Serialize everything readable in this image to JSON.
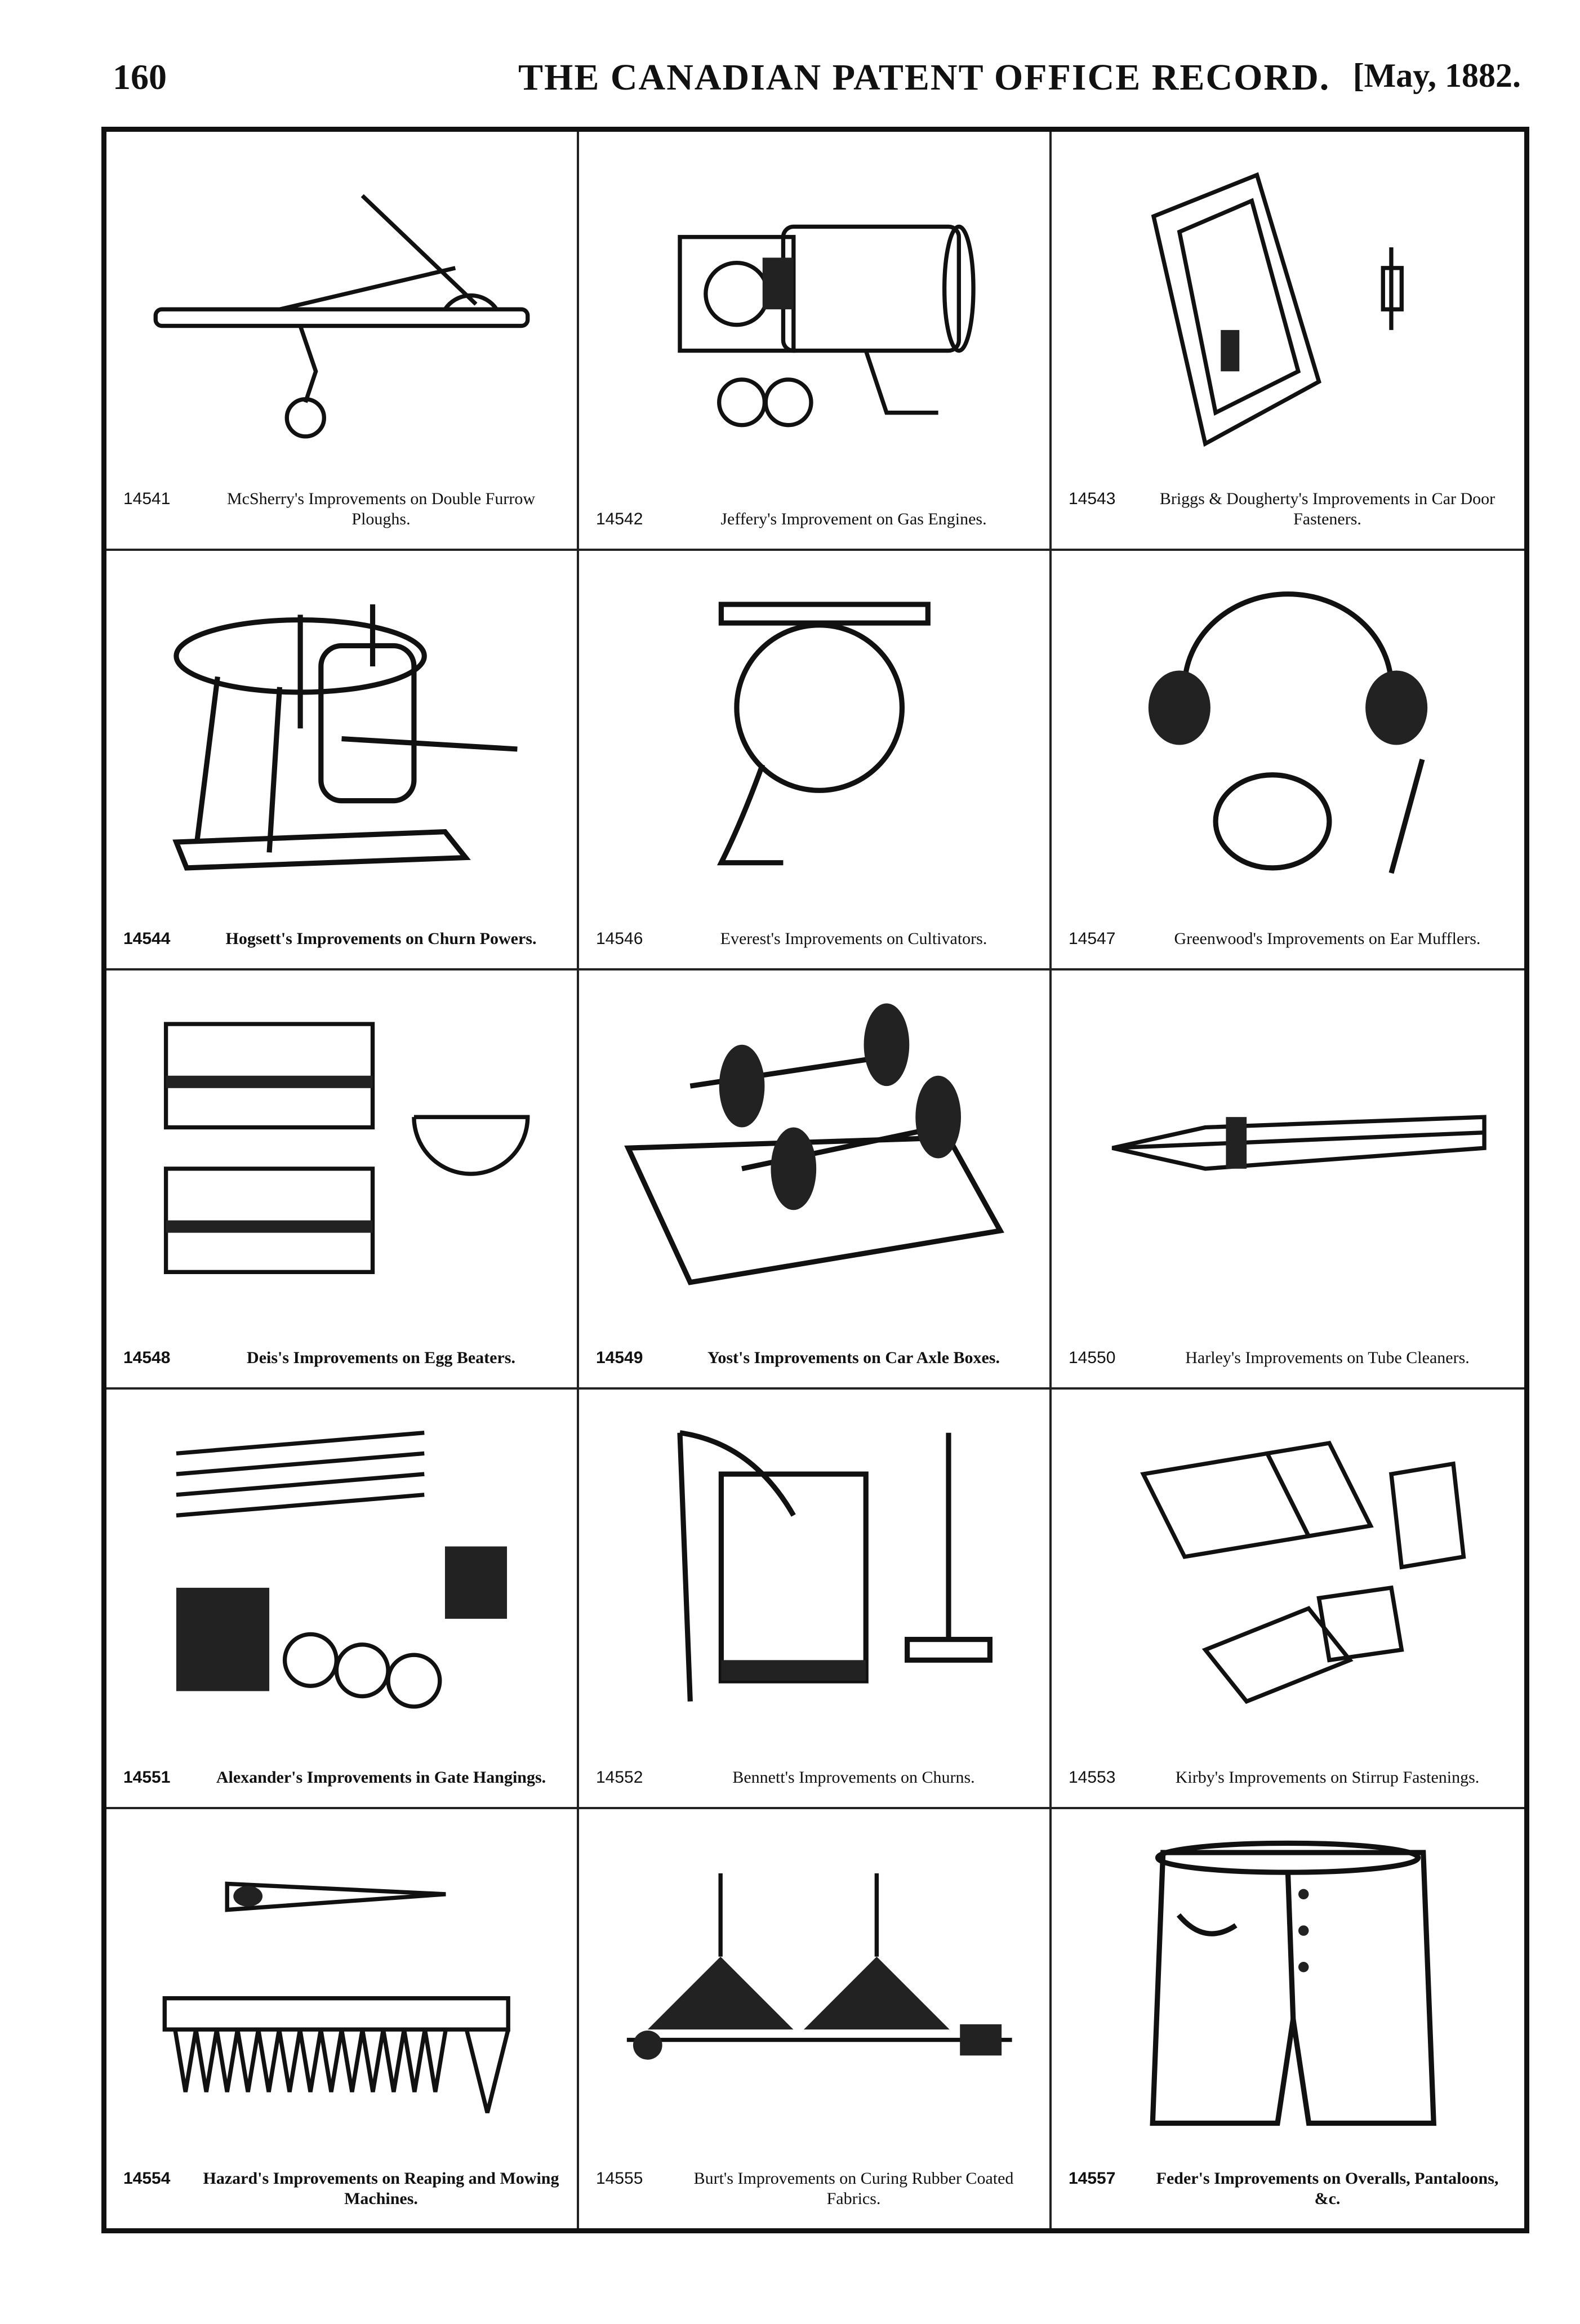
{
  "header": {
    "page_number": "160",
    "journal_title": "THE CANADIAN PATENT OFFICE RECORD.",
    "issue_date": "[May, 1882."
  },
  "patents": [
    {
      "number": "14541",
      "title": "McSherry's Improvements on Double Furrow Ploughs.",
      "icon": "plough-illustration"
    },
    {
      "number": "14542",
      "title": "Jeffery's Improvement on Gas Engines.",
      "icon": "gas-engine-illustration"
    },
    {
      "number": "14543",
      "title": "Briggs & Dougherty's Improvements in Car Door Fasteners.",
      "icon": "door-fastener-illustration"
    },
    {
      "number": "14544",
      "title": "Hogsett's Improvements on Churn Powers.",
      "icon": "churn-power-illustration"
    },
    {
      "number": "14546",
      "title": "Everest's Improvements on Cultivators.",
      "icon": "cultivator-illustration"
    },
    {
      "number": "14547",
      "title": "Greenwood's Improvements on Ear Mufflers.",
      "icon": "ear-muffler-illustration"
    },
    {
      "number": "14548",
      "title": "Deis's Improvements on Egg Beaters.",
      "icon": "egg-beater-illustration"
    },
    {
      "number": "14549",
      "title": "Yost's Improvements on Car Axle Boxes.",
      "icon": "axle-box-illustration"
    },
    {
      "number": "14550",
      "title": "Harley's Improvements on Tube Cleaners.",
      "icon": "tube-cleaner-illustration"
    },
    {
      "number": "14551",
      "title": "Alexander's Improvements in Gate Hangings.",
      "icon": "gate-hanging-illustration"
    },
    {
      "number": "14552",
      "title": "Bennett's Improvements on Churns.",
      "icon": "churn-illustration"
    },
    {
      "number": "14553",
      "title": "Kirby's Improvements on Stirrup Fastenings.",
      "icon": "stirrup-fastening-illustration"
    },
    {
      "number": "14554",
      "title": "Hazard's Improvements on Reaping and Mowing Machines.",
      "icon": "reaping-machine-illustration"
    },
    {
      "number": "14555",
      "title": "Burt's Improvements on Curing Rubber Coated Fabrics.",
      "icon": "rubber-curing-illustration"
    },
    {
      "number": "14557",
      "title": "Feder's Improvements on Overalls, Pantaloons, &c.",
      "icon": "overalls-illustration"
    }
  ]
}
